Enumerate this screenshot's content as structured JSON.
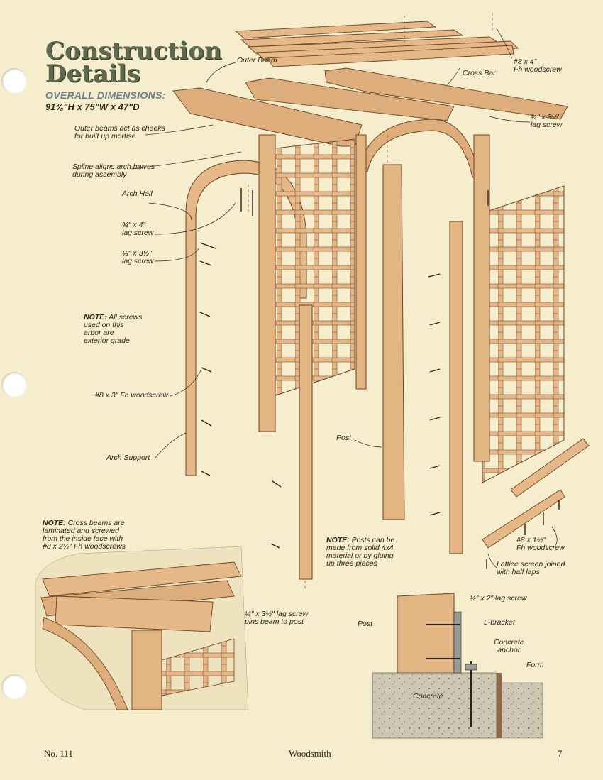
{
  "title": {
    "line1": "Construction",
    "line2": "Details"
  },
  "dimensions": {
    "label": "OVERALL DIMENSIONS:",
    "value": "91⅜\"H x 75\"W x 47\"D"
  },
  "labels": {
    "outer_beam": "Outer Beam",
    "cross_bar": "Cross Bar",
    "woodscrew_8x4": "#8 x 4\"\nFh woodscrew",
    "lag_quarter_3half_right": "¼\" x 3½\"\nlag screw",
    "outer_beams_cheeks": "Outer beams act as cheeks\nfor built up mortise",
    "spline": "Spline aligns arch halves\nduring assembly",
    "arch_half": "Arch Half",
    "lag_3q_4": "¾\" x 4\"\nlag screw",
    "lag_quarter_3half_left": "¼\" x 3½\"\nlag screw",
    "note_screws_prefix": "NOTE:",
    "note_screws_text": " All screws\nused on this\narbor are\nexterior grade",
    "woodscrew_8x3": "#8 x 3\" Fh woodscrew",
    "arch_support": "Arch Support",
    "post": "Post",
    "note_cross_prefix": "NOTE:",
    "note_cross_text": " Cross beams are\nlaminated and screwed\nfrom the inside face with\n#8 x 2½\" Fh woodscrews",
    "note_posts_prefix": "NOTE:",
    "note_posts_text": " Posts can be\nmade from solid 4x4\nmaterial or by gluing\nup three pieces",
    "woodscrew_8x1half": "#8 x 1½\"\nFh woodscrew",
    "lattice_screen": "Lattice screen joined\nwith half laps",
    "lag_pins": "¼\" x 3½\" lag screw\npins beam to post",
    "lag_quarter_2": "¼\" x 2\" lag screw",
    "l_bracket": "L-bracket",
    "concrete_anchor": "Concrete\nanchor",
    "form": "Form",
    "post_detail": "Post",
    "concrete": "Concrete"
  },
  "footer": {
    "left": "No. 111",
    "center": "Woodsmith",
    "right": "7"
  },
  "colors": {
    "paper": "#f6edcd",
    "wood": "#e6b887",
    "wood_dark": "#c98f5c",
    "title": "#5d6a4e",
    "concrete": "#c9c2b0"
  }
}
